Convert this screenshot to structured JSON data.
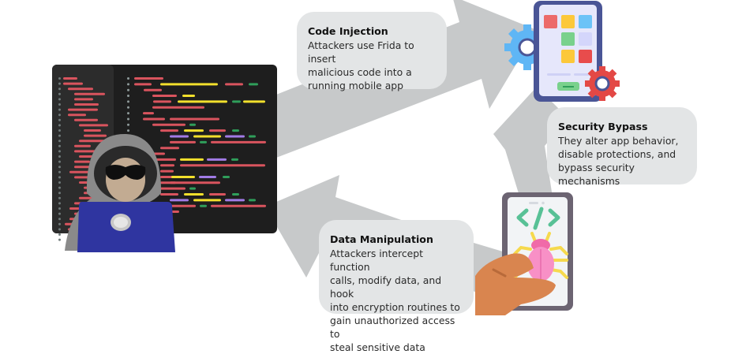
{
  "diagram": {
    "title": "Frida attack cycle on a mobile app",
    "colors": {
      "arrow": "#c7c9ca",
      "card": "#e3e5e6",
      "code_bg": "#1e1e1e",
      "code_red": "#d9545e",
      "code_yellow": "#f2e02c",
      "code_green": "#2f9e5a",
      "code_purple": "#a17be6",
      "laptop": "#2f35a0",
      "phone_frame": "#4a5596",
      "gear_blue": "#5fb6f5",
      "gear_red": "#e34845",
      "bug": "#f57ab8",
      "bug_legs": "#f6d94d",
      "code_symbol": "#58c196",
      "hand": "#d9854f"
    },
    "illustrations": [
      {
        "id": "hacker",
        "label": "Hooded hacker with laptop in front of code editor"
      },
      {
        "id": "app-phone",
        "label": "Smartphone with app tiles and settings gears"
      },
      {
        "id": "bug-phone",
        "label": "Hand holding smartphone showing code tag and bug"
      }
    ],
    "steps": [
      {
        "title": "Code Injection",
        "body": "Attackers use Frida to insert\nmalicious code into a\nrunning mobile app"
      },
      {
        "title": "Security Bypass",
        "body": " They alter app behavior,\ndisable protections, and\nbypass security mechanisms"
      },
      {
        "title": "Data Manipulation",
        "body": "Attackers intercept function\ncalls, modify data, and hook\ninto encryption routines to\ngain unauthorized access to\nsteal sensitive data"
      }
    ]
  }
}
